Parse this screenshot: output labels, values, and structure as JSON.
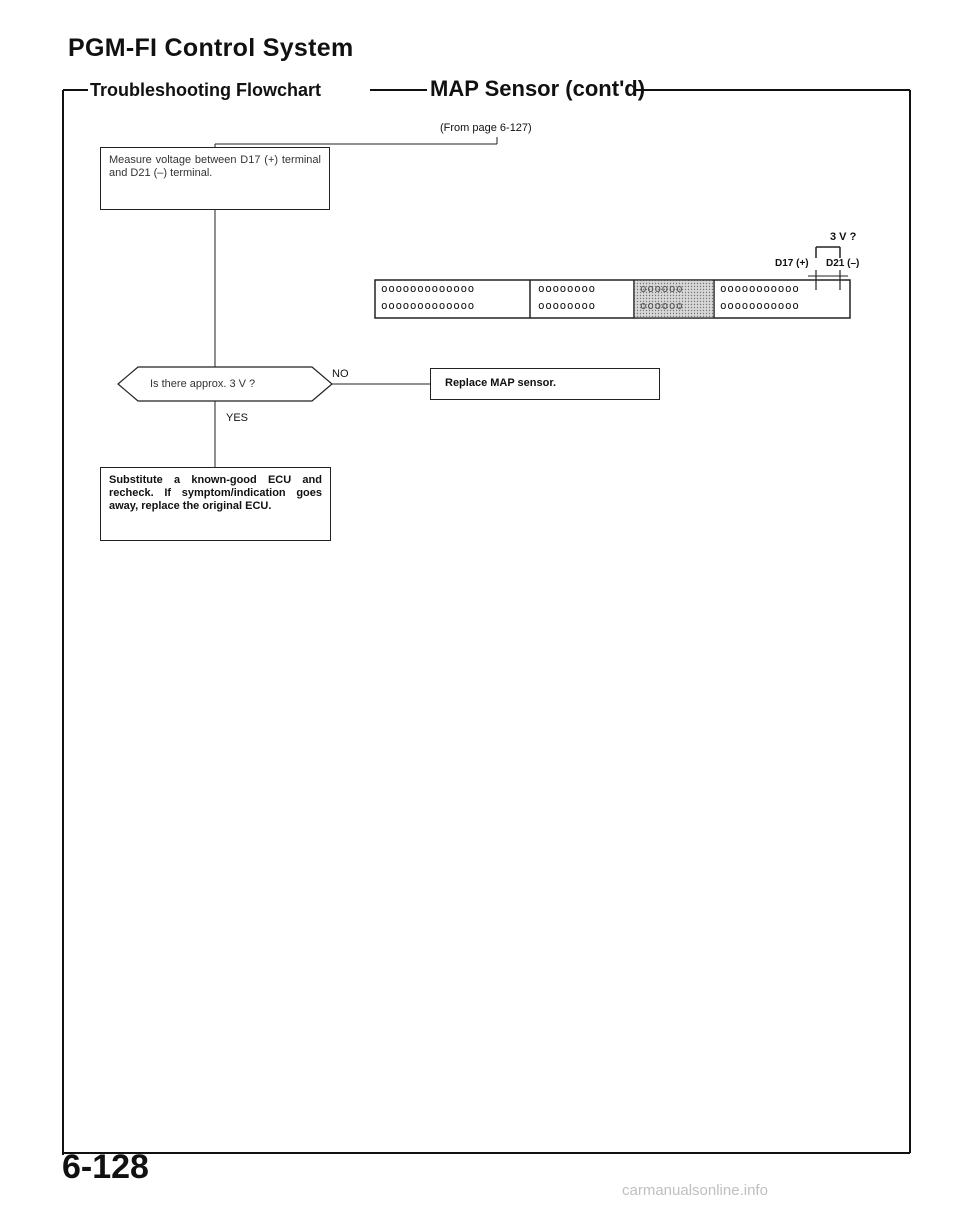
{
  "header": {
    "title": "PGM-FI Control System",
    "subtitle_left": "Troubleshooting Flowchart",
    "subtitle_right": "MAP Sensor (cont'd)"
  },
  "flowchart": {
    "from_ref": "(From page 6-127)",
    "measure_step": "Measure voltage between D17 (+) terminal and D21 (–) terminal.",
    "decision": "Is there approx. 3 V ?",
    "no_label": "NO",
    "yes_label": "YES",
    "replace_step": "Replace MAP sensor.",
    "substitute_step": "Substitute a known-good ECU and recheck. If symptom/indication goes away, replace the original ECU."
  },
  "connector": {
    "voltage_label": "3 V ?",
    "plus_label": "D17 (+)",
    "minus_label": "D21 (–)",
    "rows": [
      [
        "ooooooooooooo",
        "oooooooo",
        "oooooo",
        "ooooooooooo"
      ],
      [
        "ooooooooooooo",
        "oooooooo",
        "oooooo",
        "ooooooooooo"
      ]
    ]
  },
  "footer": {
    "page_number": "6-128",
    "watermark": "carmanualsonline.info"
  }
}
